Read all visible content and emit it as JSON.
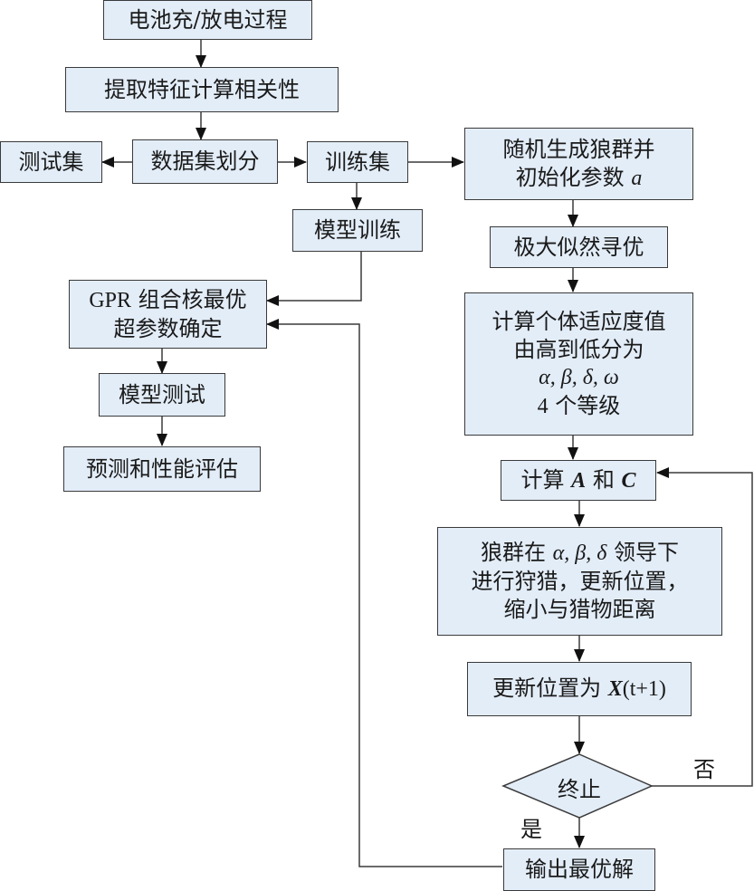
{
  "title": "GWO-GPR battery prediction flowchart",
  "colors": {
    "node_fill": "#e3edf8",
    "stroke": "#3a3a3a",
    "text": "#1a1a1a"
  },
  "nodes": {
    "charge_discharge": "电池充/放电过程",
    "feature_extract": "提取特征计算相关性",
    "dataset_split": "数据集划分",
    "test_set": "测试集",
    "train_set": "训练集",
    "model_training": "模型训练",
    "gpr_hyper": {
      "line1_prefix": "GPR",
      "line1_rest": " 组合核最优",
      "line2": "超参数确定"
    },
    "model_test": "模型测试",
    "predict_eval": "预测和性能评估",
    "init_wolves": {
      "line1": "随机生成狼群并",
      "line2_text": "初始化参数 ",
      "line2_symbol": "a"
    },
    "max_likelihood": "极大似然寻优",
    "fitness": {
      "line1": "计算个体适应度值",
      "line2": "由高到低分为",
      "line3": "α, β, δ, ω",
      "line4_num": "4",
      "line4_text": " 个等级"
    },
    "compute_ac": {
      "text1": "计算 ",
      "sym_a": "A",
      "text2": " 和 ",
      "sym_c": "C"
    },
    "hunting": {
      "line1_text": "狼群在 ",
      "line1_syms": "α, β, δ",
      "line1_rest": " 领导下",
      "line2": "进行狩猎，更新位置，",
      "line3": "缩小与猎物距离"
    },
    "update_pos": {
      "text": "更新位置为 ",
      "sym": "X",
      "arg": "(t+1)"
    },
    "terminate": "终止",
    "output_best": "输出最优解"
  },
  "edge_labels": {
    "yes": "是",
    "no": "否"
  }
}
